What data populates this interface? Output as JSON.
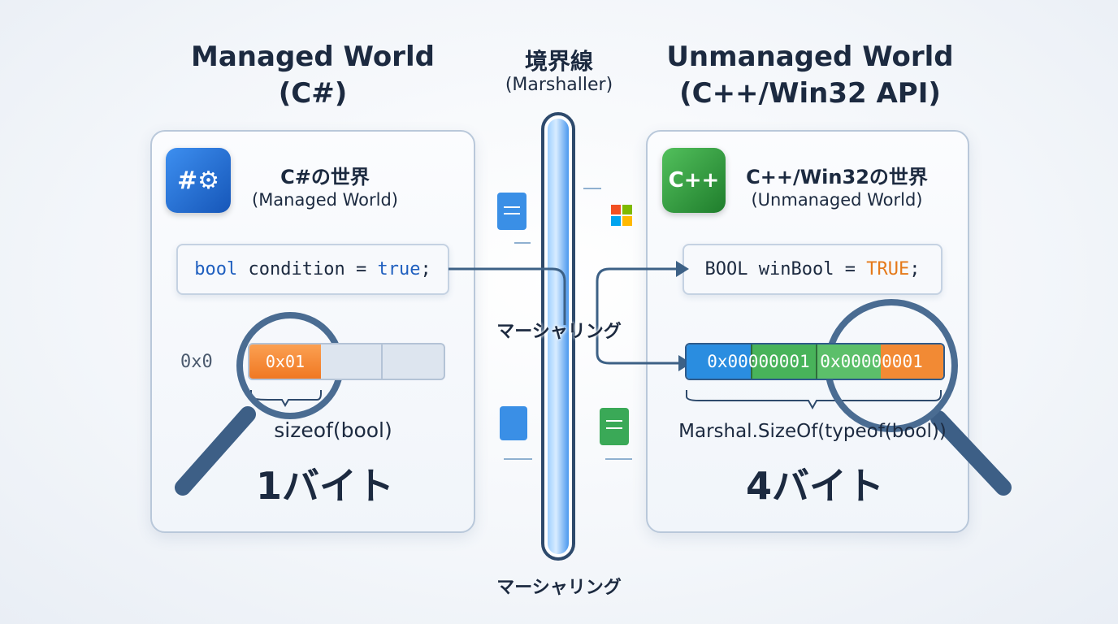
{
  "left": {
    "title": "Managed World",
    "subtitle": "(C#)",
    "panel_title": "C#の世界",
    "panel_subtitle": "(Managed World)",
    "icon": "csharp-gear-icon",
    "code": {
      "keyword": "bool",
      "rest": " condition = ",
      "value": "true",
      "end": ";"
    },
    "address": "0x0",
    "byte_value": "0x01",
    "size_label": "sizeof(bool)",
    "size_result": "1バイト"
  },
  "center": {
    "title": "境界線",
    "subtitle": "(Marshaller)",
    "label_mid": "マーシャリング",
    "label_bottom": "マーシャリング"
  },
  "right": {
    "title": "Unmanaged World",
    "subtitle": "(C++/Win32 API)",
    "panel_title": "C++/Win32の世界",
    "panel_subtitle": "(Unmanaged World)",
    "icon": "cpp-icon",
    "icon_text": "C++",
    "code": {
      "rest": "BOOL winBool = ",
      "value": "TRUE",
      "end": ";"
    },
    "bytes_text": "0x00000001 0x00000001",
    "size_label": "Marshal.SizeOf(typeof(bool))",
    "size_result": "4バイト"
  },
  "colors": {
    "csharp_blue": "#1f6fd1",
    "cpp_green": "#2e9a3c",
    "orange": "#f2842b",
    "green_cell": "#48b35a",
    "blue_cell": "#2a8de0",
    "pipe_border": "#2e4a6c",
    "dark_text": "#1c2a40"
  }
}
